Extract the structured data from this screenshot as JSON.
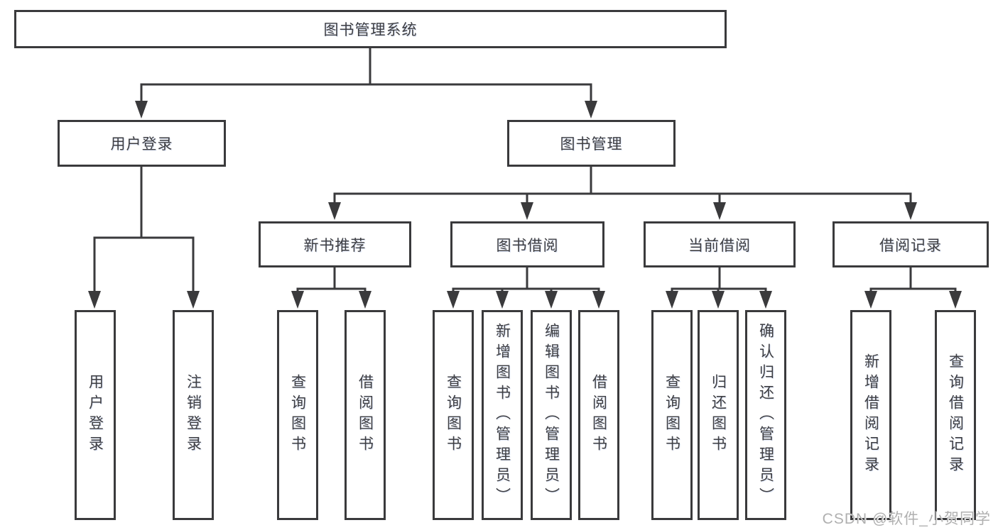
{
  "colors": {
    "line": "#3a3a3c",
    "text": "#3e3e42",
    "background": "#ffffff",
    "watermark_text": "#b0b0b0"
  },
  "diagram": {
    "root": {
      "label": "图书管理系统"
    },
    "level2": [
      {
        "label": "用户登录"
      },
      {
        "label": "图书管理"
      }
    ],
    "level3": [
      {
        "label": "新书推荐"
      },
      {
        "label": "图书借阅"
      },
      {
        "label": "当前借阅"
      },
      {
        "label": "借阅记录"
      }
    ],
    "leaves": [
      {
        "label": "用户登录"
      },
      {
        "label": "注销登录"
      },
      {
        "label": "查询图书"
      },
      {
        "label": "借阅图书"
      },
      {
        "label": "查询图书"
      },
      {
        "label": "新增图书（管理员）"
      },
      {
        "label": "编辑图书（管理员）"
      },
      {
        "label": "借阅图书"
      },
      {
        "label": "查询图书"
      },
      {
        "label": "归还图书"
      },
      {
        "label": "确认归还（管理员）"
      },
      {
        "label": "新增借阅记录"
      },
      {
        "label": "查询借阅记录"
      }
    ]
  },
  "watermark": {
    "text": "CSDN @软件_小贺同学"
  }
}
